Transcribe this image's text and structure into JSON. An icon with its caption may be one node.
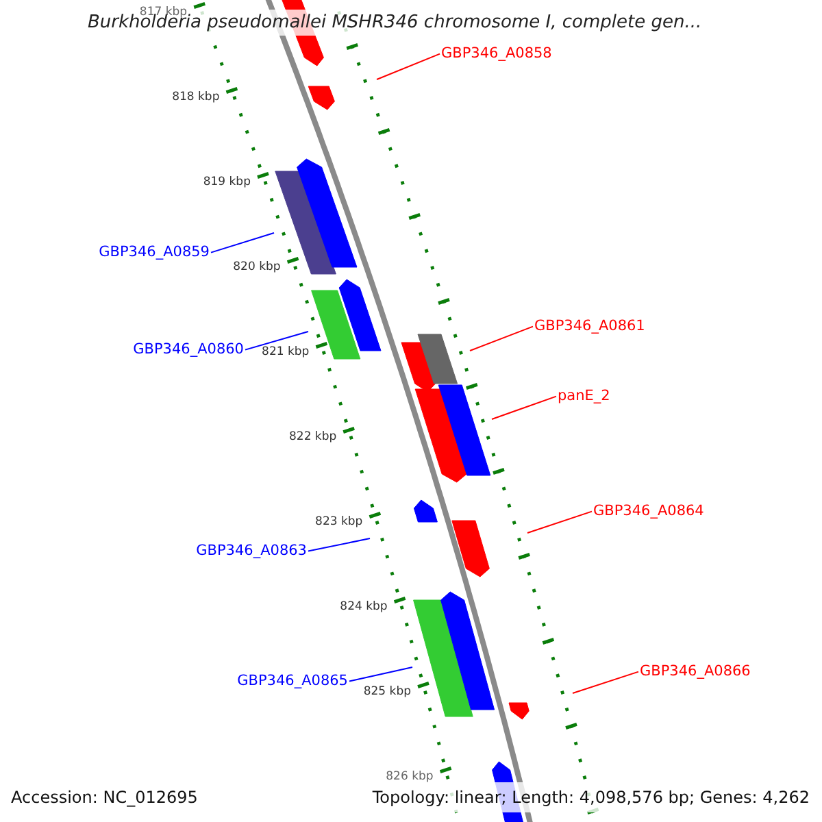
{
  "diagram": {
    "title": "Burkholderia pseudomallei MSHR346 chromosome I, complete gen...",
    "nodes": [
      {
        "text": [
          "GBP346_A0858"
        ]
      },
      {
        "text": [
          "GBP346_A0859"
        ]
      },
      {
        "text": [
          "GBP346_A0861"
        ]
      },
      {
        "text": [
          "GBP346_A0860"
        ]
      },
      {
        "text": [
          "panE_2"
        ]
      },
      {
        "text": [
          "GBP346_A0864"
        ]
      },
      {
        "text": [
          "GBP346_A0863"
        ]
      },
      {
        "text": [
          "GBP346_A0866"
        ]
      },
      {
        "text": [
          "GBP346_A0865"
        ]
      }
    ],
    "edges": [
      {
        "from": 0,
        "to": null,
        "arrow": "none"
      },
      {
        "from": 1,
        "to": null,
        "arrow": "none",
        "color": "#0000ff"
      },
      {
        "from": 2,
        "to": null,
        "arrow": "none"
      },
      {
        "from": 3,
        "to": null,
        "arrow": "none",
        "color": "#0000ff"
      },
      {
        "from": 4,
        "to": null,
        "arrow": "none"
      },
      {
        "from": 5,
        "to": null,
        "arrow": "none"
      },
      {
        "from": 6,
        "to": null,
        "arrow": "none",
        "color": "#0000ff"
      },
      {
        "from": 7,
        "to": null,
        "arrow": "none"
      },
      {
        "from": 8,
        "to": null,
        "arrow": "none",
        "color": "#0000ff"
      }
    ],
    "labels": [
      "817 kbp",
      "818 kbp",
      "819 kbp",
      "820 kbp",
      "821 kbp",
      "822 kbp",
      "823 kbp",
      "824 kbp",
      "825 kbp",
      "826 kbp",
      "Accession: NC_012695",
      "Topology: linear; Length: 4,098,576 bp; Genes: 4,262"
    ]
  }
}
